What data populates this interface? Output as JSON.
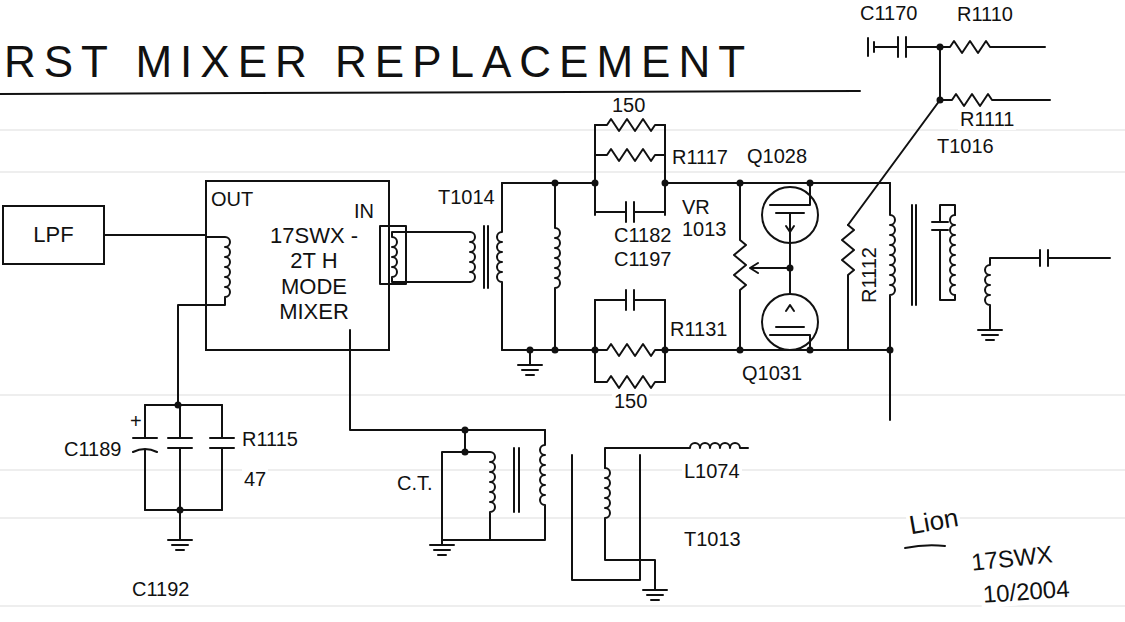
{
  "diagram": {
    "title": "RST MIXER REPLACEMENT",
    "nodes": [
      {
        "text": [
          "LPF"
        ]
      },
      {
        "text": [
          "17SWX - 2T H MODE MIXER"
        ]
      }
    ],
    "edges": [
      {
        "from": 0,
        "to": 1,
        "arrow": "none"
      }
    ],
    "labels": [
      "C1170",
      "R1110",
      "R1111",
      "T1016",
      "150",
      "R1117",
      "Q1028",
      "T1014",
      "C1182",
      "VR 1013",
      "C1197",
      "R1131",
      "R1112",
      "Q1031",
      "150",
      "OUT",
      "IN",
      "+",
      "C1189",
      "R1115",
      "47",
      "C.T.",
      "L1074",
      "T1013",
      "C1192",
      "Lion",
      "17SWX",
      "10/2004"
    ]
  }
}
